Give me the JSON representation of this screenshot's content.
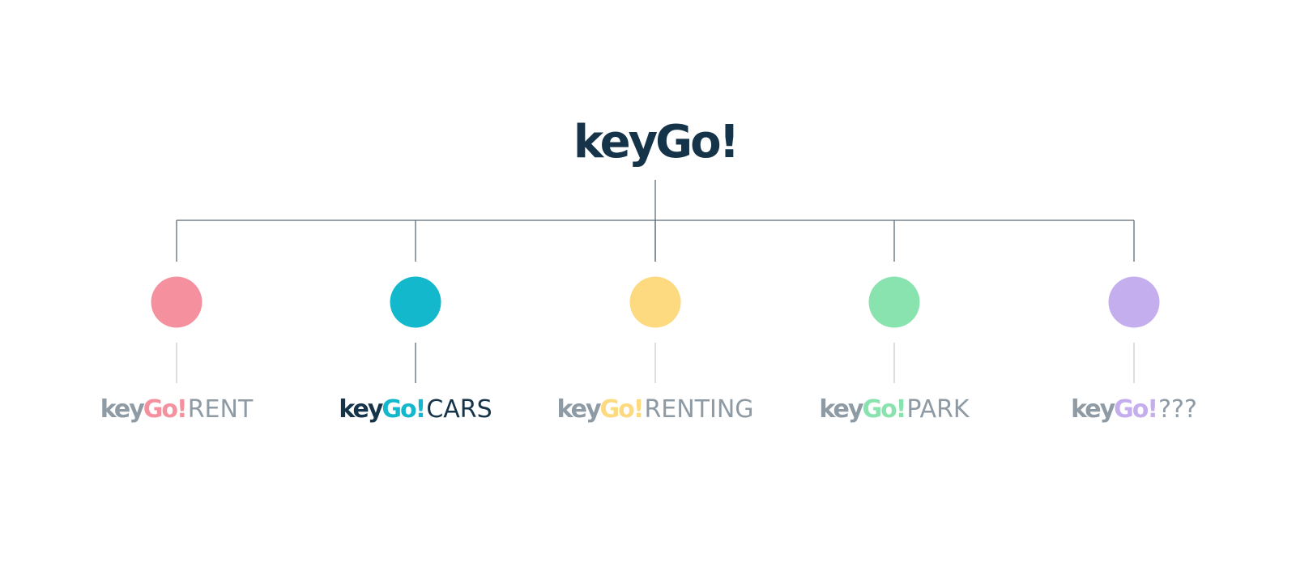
{
  "root": {
    "logo_key": "key",
    "logo_go": "Go!",
    "color": "#15344a"
  },
  "line_color": "#5e6b76",
  "connector_color": "#c8ced3",
  "branches": [
    {
      "key": "key",
      "go": "Go!",
      "suffix": "RENT",
      "dot_color": "#f5919f",
      "key_color": "#8e9aa4",
      "go_color": "#f5919f",
      "suffix_color": "#8e9aa4",
      "connector_color": "#c8ced3"
    },
    {
      "key": "key",
      "go": "Go!",
      "suffix": "CARS",
      "dot_color": "#13b8cc",
      "key_color": "#15344a",
      "go_color": "#13b8cc",
      "suffix_color": "#15344a",
      "connector_color": "#5e6b76"
    },
    {
      "key": "key",
      "go": "Go!",
      "suffix": "RENTING",
      "dot_color": "#fdd97f",
      "key_color": "#8e9aa4",
      "go_color": "#fdd97f",
      "suffix_color": "#8e9aa4",
      "connector_color": "#c8ced3"
    },
    {
      "key": "key",
      "go": "Go!",
      "suffix": "PARK",
      "dot_color": "#89e3ae",
      "key_color": "#8e9aa4",
      "go_color": "#89e3ae",
      "suffix_color": "#8e9aa4",
      "connector_color": "#c8ced3"
    },
    {
      "key": "key",
      "go": "Go!",
      "suffix": "???",
      "dot_color": "#c4aeee",
      "key_color": "#8e9aa4",
      "go_color": "#c4aeee",
      "suffix_color": "#8e9aa4",
      "connector_color": "#c8ced3"
    }
  ]
}
